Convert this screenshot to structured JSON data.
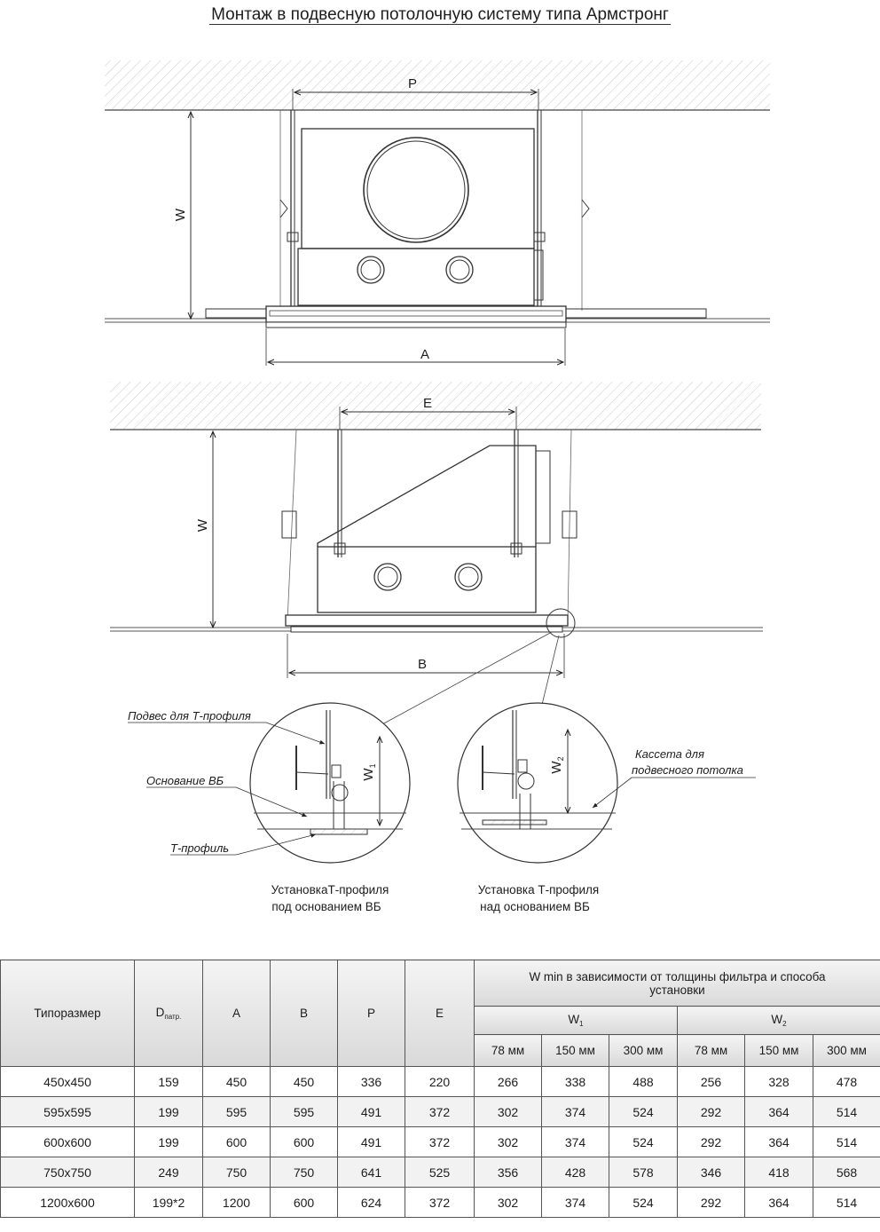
{
  "title": "Монтаж в подвесную потолочную систему типа Армстронг",
  "dimensions": {
    "p": "P",
    "a": "A",
    "w": "W",
    "e": "E",
    "b": "B",
    "w1": "W",
    "w1_sub": "1",
    "w2": "W",
    "w2_sub": "2"
  },
  "labels": {
    "hanger": "Подвес для Т-профиля",
    "base": "Основание ВБ",
    "tprofile": "Т-профиль",
    "cassette_line1": "Кассета для",
    "cassette_line2": "подвесного потолка"
  },
  "captions": {
    "left_line1": "УстановкаТ-профиля",
    "left_line2": "под основанием ВБ",
    "right_line1": "Установка Т-профиля",
    "right_line2": "над основанием ВБ"
  },
  "table": {
    "headers": {
      "size": "Типоразмер",
      "d_main": "D",
      "d_sub": "патр.",
      "a": "A",
      "b": "B",
      "p": "P",
      "e": "E",
      "wmin": "W min в зависимости от толщины фильтра и способа установки",
      "w1": "W",
      "w1_sub": "1",
      "w2": "W",
      "w2_sub": "2",
      "f1": "78 мм",
      "f2": "150 мм",
      "f3": "300 мм",
      "f4": "78 мм",
      "f5": "150 мм",
      "f6": "300 мм"
    },
    "rows": [
      [
        "450x450",
        "159",
        "450",
        "450",
        "336",
        "220",
        "266",
        "338",
        "488",
        "256",
        "328",
        "478"
      ],
      [
        "595x595",
        "199",
        "595",
        "595",
        "491",
        "372",
        "302",
        "374",
        "524",
        "292",
        "364",
        "514"
      ],
      [
        "600x600",
        "199",
        "600",
        "600",
        "491",
        "372",
        "302",
        "374",
        "524",
        "292",
        "364",
        "514"
      ],
      [
        "750x750",
        "249",
        "750",
        "750",
        "641",
        "525",
        "356",
        "428",
        "578",
        "346",
        "418",
        "568"
      ],
      [
        "1200x600",
        "199*2",
        "1200",
        "600",
        "624",
        "372",
        "302",
        "374",
        "524",
        "292",
        "364",
        "514"
      ]
    ]
  }
}
